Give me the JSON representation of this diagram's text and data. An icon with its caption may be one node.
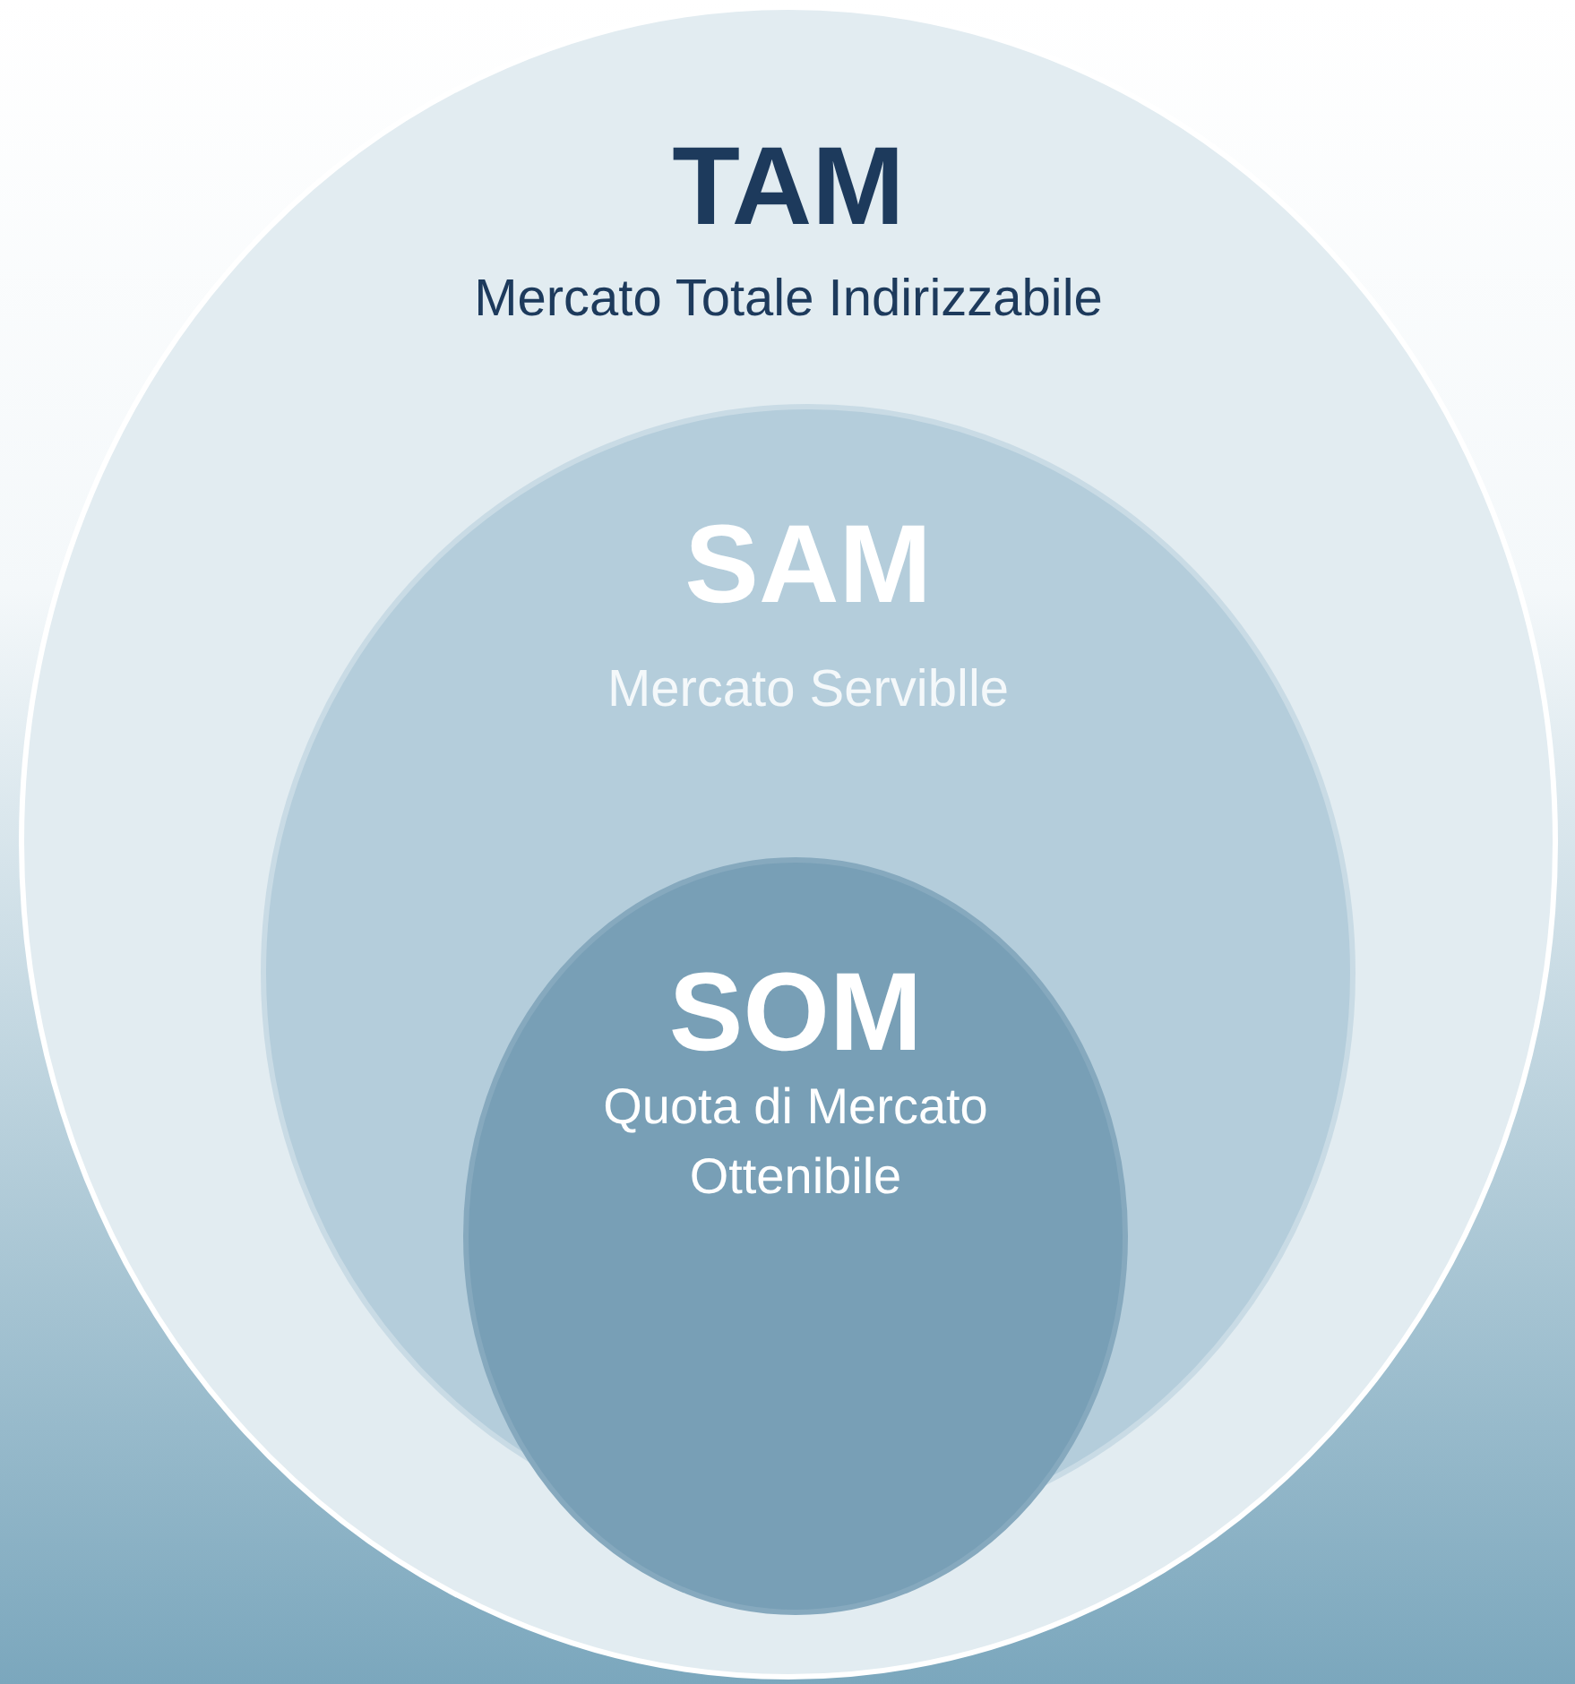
{
  "diagram": {
    "nodes": [
      {
        "text": [
          "TAM",
          "Mercato Totale Indirizzabile"
        ]
      },
      {
        "text": [
          "SAM",
          "Mercato Serviblle"
        ],
        "in": 0
      },
      {
        "text": [
          "SOM",
          "Quota di Mercato Ottenibile"
        ],
        "in": 1
      }
    ]
  }
}
